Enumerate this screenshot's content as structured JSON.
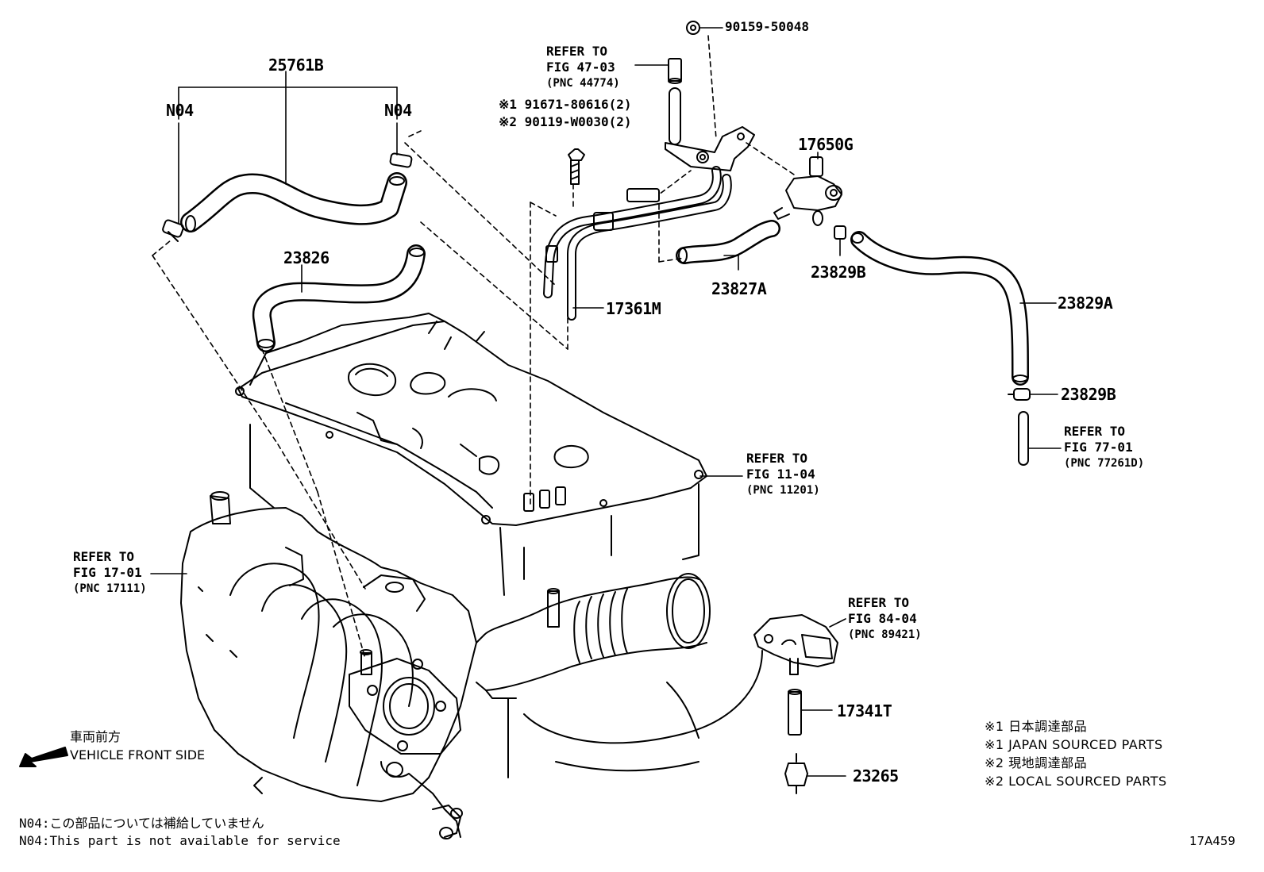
{
  "parts": {
    "p25761B": "25761B",
    "p23826": "23826",
    "p17361M": "17361M",
    "p17650G": "17650G",
    "p23827A": "23827A",
    "p23829B_top": "23829B",
    "p23829A": "23829A",
    "p23829B_right": "23829B",
    "p17341T": "17341T",
    "p23265": "23265",
    "p90159": "90159-50048",
    "n04_left": "N04",
    "n04_right": "N04"
  },
  "bolt_refs": {
    "line1": "※1 91671-80616(2)",
    "line2": "※2 90119-W0030(2)"
  },
  "refs": {
    "fig4703": {
      "l1": "REFER TO",
      "l2": "FIG 47-03",
      "l3": "(PNC 44774)"
    },
    "fig7701": {
      "l1": "REFER TO",
      "l2": "FIG 77-01",
      "l3": "(PNC 77261D)"
    },
    "fig1104": {
      "l1": "REFER TO",
      "l2": "FIG 11-04",
      "l3": "(PNC 11201)"
    },
    "fig1701": {
      "l1": "REFER TO",
      "l2": "FIG 17-01",
      "l3": "(PNC 17111)"
    },
    "fig8404": {
      "l1": "REFER TO",
      "l2": "FIG 84-04",
      "l3": "(PNC 89421)"
    }
  },
  "legend": {
    "l1": "※1 日本調達部品",
    "l2": "※1 JAPAN SOURCED PARTS",
    "l3": "※2 現地調達部品",
    "l4": "※2 LOCAL SOURCED PARTS"
  },
  "front": {
    "jp": "車両前方",
    "en": "VEHICLE FRONT SIDE"
  },
  "notes": {
    "jp": "N04:この部品については補給していません",
    "en": "N04:This part is not available for service"
  },
  "figure_code": "17A459"
}
